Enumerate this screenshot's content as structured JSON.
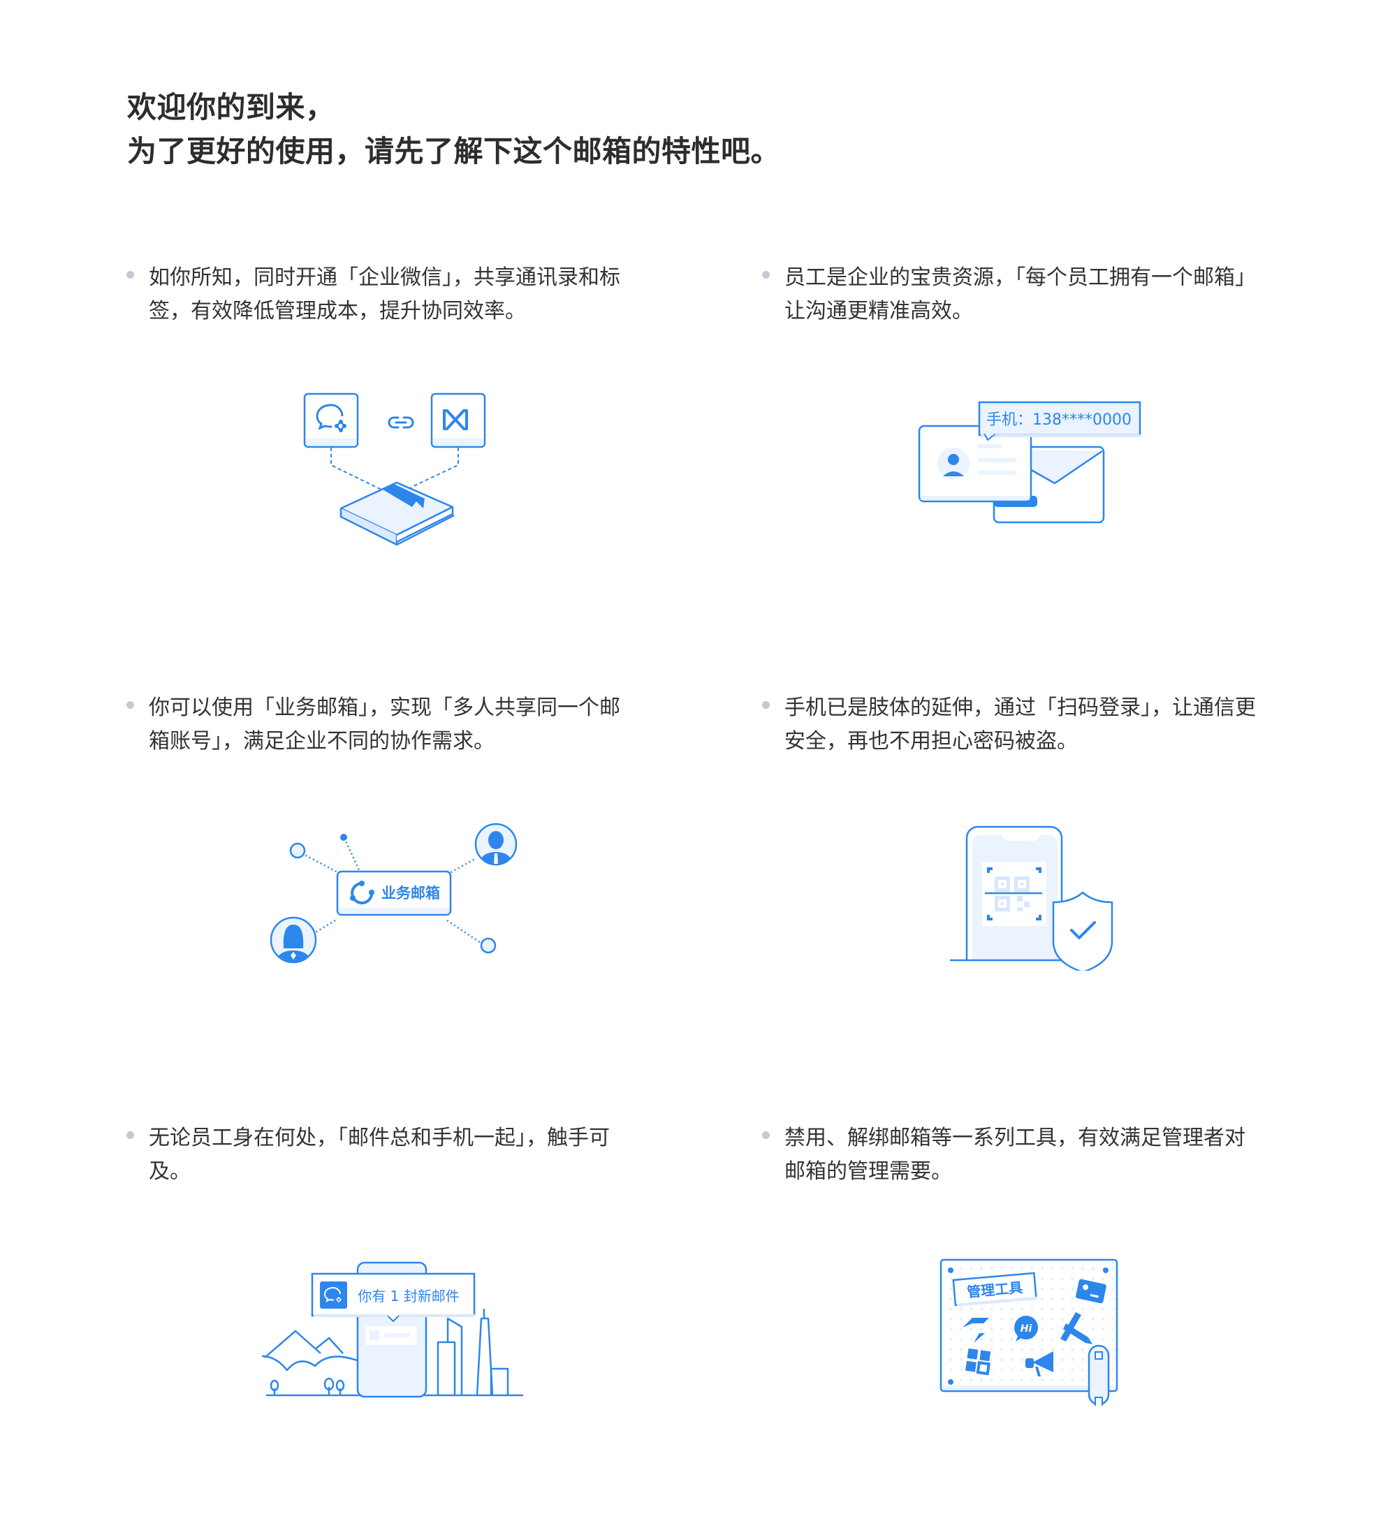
{
  "header": {
    "title_line1": "欢迎你的到来，",
    "title_line2": "为了更好的使用，请先了解下这个邮箱的特性吧。"
  },
  "colors": {
    "accent": "#2d86ec",
    "accent_light": "#eaf3fe",
    "bullet": "#c3cad6",
    "text": "#333333"
  },
  "features": [
    {
      "text": "如你所知，同时开通「企业微信」，共享通讯录和标签，有效降低管理成本，提升协同效率。",
      "illustration": "wework-link-contacts-book"
    },
    {
      "text": "员工是企业的宝贵资源，「每个员工拥有一个邮箱」让沟通更精准高效。",
      "illustration": "contact-card-envelope",
      "bubble_label": "手机：138****0000"
    },
    {
      "text": "你可以使用「业务邮箱」，实现「多人共享同一个邮箱账号」，满足企业不同的协作需求。",
      "illustration": "shared-business-mailbox",
      "badge_label": "业务邮箱"
    },
    {
      "text": "手机已是肢体的延伸，通过「扫码登录」，让通信更安全，再也不用担心密码被盗。",
      "illustration": "phone-qr-shield"
    },
    {
      "text": "无论员工身在何处，「邮件总和手机一起」，触手可及。",
      "illustration": "city-phone-notification",
      "notification_label": "你有 1 封新邮件"
    },
    {
      "text": "禁用、解绑邮箱等一系列工具，有效满足管理者对邮箱的管理需要。",
      "illustration": "admin-toolboard",
      "board_label": "管理工具",
      "hi_label": "Hi"
    }
  ]
}
